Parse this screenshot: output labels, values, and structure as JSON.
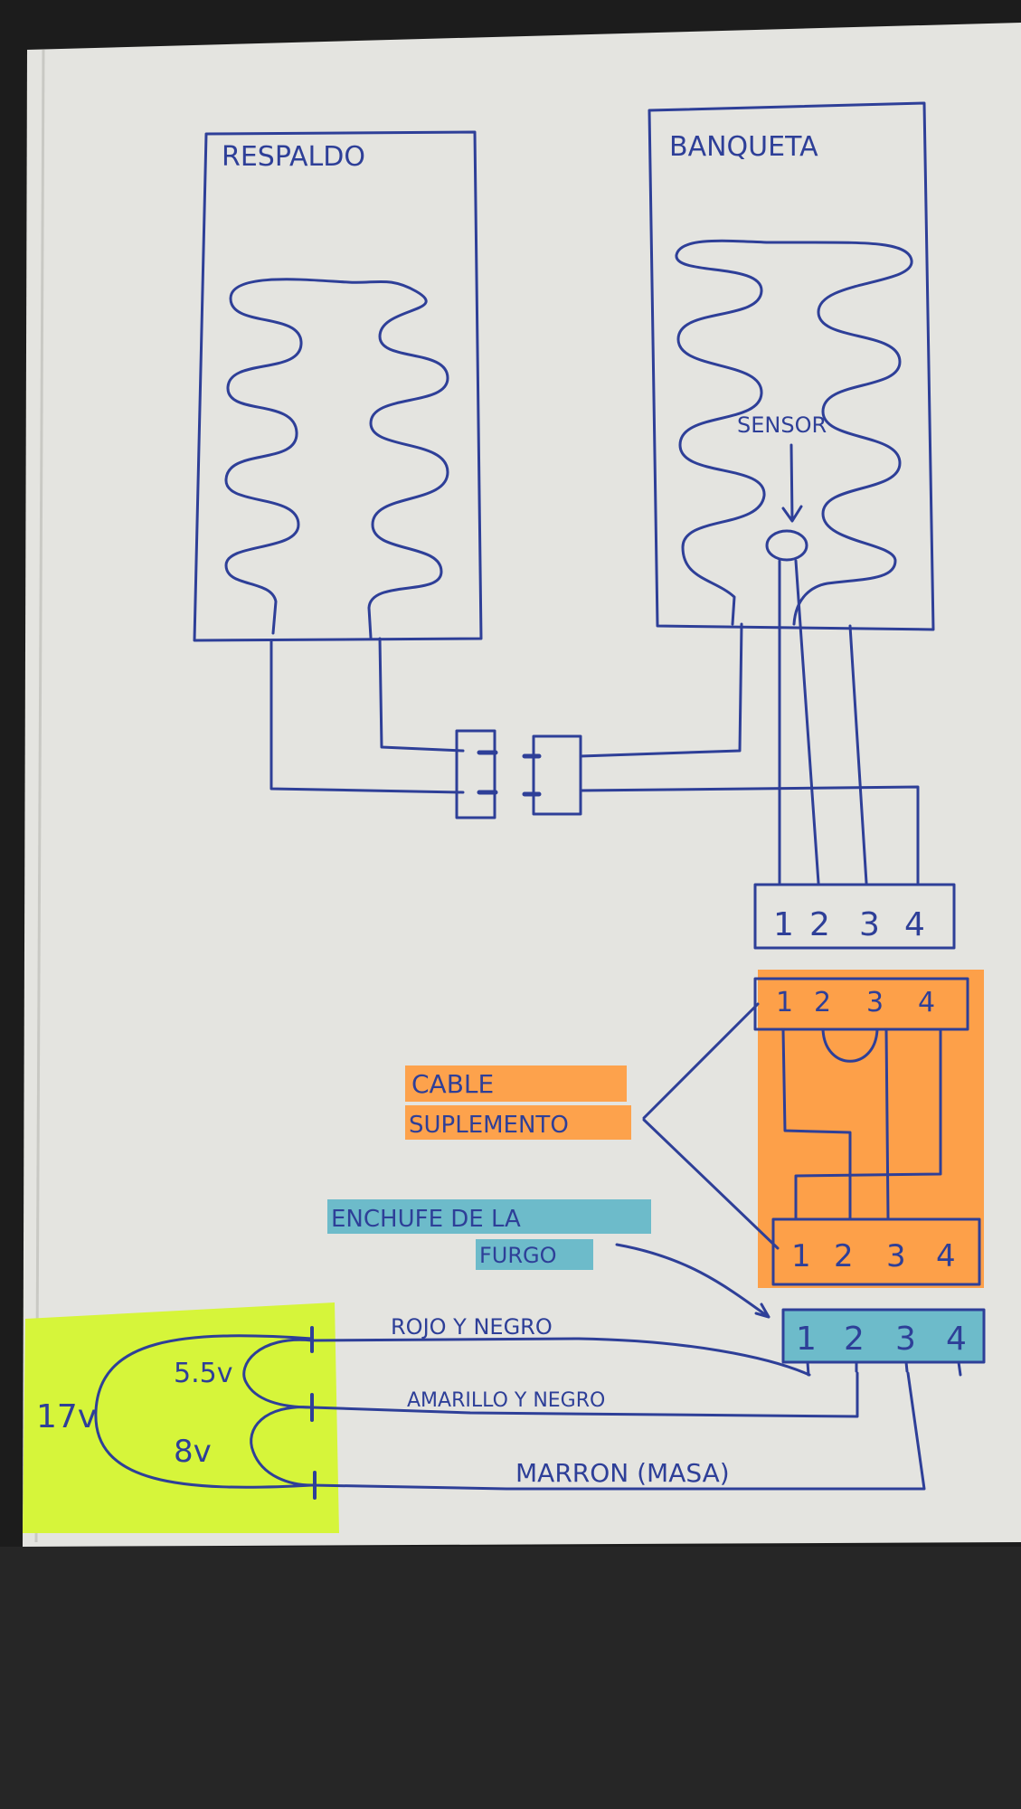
{
  "labels": {
    "respaldo": "RESPALDO",
    "banqueta": "BANQUETA",
    "sensor": "SENSOR",
    "cable_line1": "CABLE",
    "cable_line2": "SUPLEMENTO",
    "enchufe_line1": "ENCHUFE DE LA",
    "enchufe_line2": "FURGO",
    "wire_red_black": "ROJO Y NEGRO",
    "wire_yellow_black": "AMARILLO Y NEGRO",
    "wire_brown": "MARRON (MASA)",
    "voltage_total": "17v",
    "voltage_high": "5.5v",
    "voltage_low": "8v"
  },
  "connector_pins": [
    "1",
    "2",
    "3",
    "4"
  ],
  "colors": {
    "ink": "#2e3f98",
    "paper": "#e4e4e0",
    "orange_highlight": "#ff9a3c",
    "blue_highlight": "#5fb6c8",
    "yellow_highlight": "#d6f53a",
    "background": "#1c1c1c"
  }
}
